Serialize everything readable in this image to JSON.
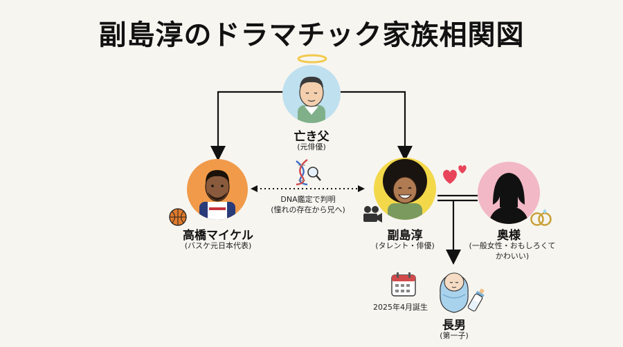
{
  "title": "副島淳のドラマチック家族相関図",
  "people": {
    "father": {
      "name": "亡き父",
      "role": "(元俳優)"
    },
    "michael": {
      "name": "高橋マイケル",
      "role": "(バスケ元日本代表)"
    },
    "jun": {
      "name": "副島淳",
      "role": "(タレント・俳優)"
    },
    "wife": {
      "name": "奥様",
      "role_line1": "(一般女性・おもしろくて",
      "role_line2": "かわいい)"
    },
    "son": {
      "name": "長男",
      "role": "(第一子)"
    }
  },
  "dna": {
    "line1": "DNA鑑定で判明",
    "line2": "(憧れの存在から兄へ)"
  },
  "birth": {
    "text": "2025年4月誕生"
  },
  "colors": {
    "father_bg": "#bfe0ee",
    "michael_bg": "#f09a4a",
    "jun_bg": "#f3d84a",
    "wife_bg": "#f2b8c6",
    "halo": "#f2c94c",
    "heart": "#e8455a"
  },
  "icons": [
    "halo-icon",
    "dna-icon",
    "basketball-icon",
    "camera-icon",
    "hearts-icon",
    "rings-icon",
    "calendar-icon",
    "baby-bottle-icon"
  ]
}
